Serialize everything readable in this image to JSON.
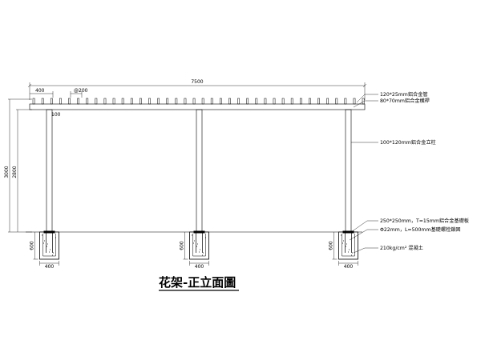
{
  "drawing": {
    "title": "花架-正立面圖",
    "dimensions": {
      "overall_width": "7500",
      "end_overhang": "400",
      "purlin_spacing": "@200",
      "column_width": "100",
      "total_height": "3000",
      "column_height": "2800",
      "footing_depth": "600",
      "footing_width": "400"
    },
    "annotations": {
      "top_beam": "120*25mm鋁合金管",
      "cross_beam": "80*70mm鋁合金橫桿",
      "column": "100*120mm鋁合金立柱",
      "base_plate": "250*250mm，T=15mm鋁合金基礎板",
      "anchor_bolt": "Φ22mm，L=500mm基礎螺栓鎖固",
      "concrete": "210kg/cm² 混凝土"
    },
    "columns": [
      {
        "label": "left"
      },
      {
        "label": "middle"
      },
      {
        "label": "right"
      }
    ]
  }
}
